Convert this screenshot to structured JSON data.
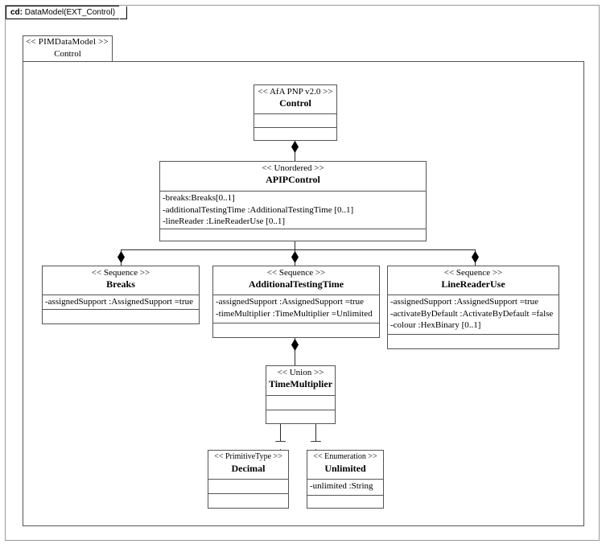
{
  "frame": {
    "kind": "cd:",
    "title": "DataModel(EXT_Control)"
  },
  "package": {
    "stereotype": "<< PIMDataModel >>",
    "name": "Control"
  },
  "classes": {
    "control": {
      "stereotype": "<< AfA PNP v2.0 >>",
      "name": "Control",
      "attributes": [],
      "operations": []
    },
    "apip_control": {
      "stereotype": "<< Unordered >>",
      "name": "APIPControl",
      "attributes": [
        "-breaks:Breaks[0..1]",
        "-additionalTestingTime   :AdditionalTestingTime   [0..1]",
        "-lineReader :LineReaderUse [0..1]"
      ],
      "operations": []
    },
    "breaks": {
      "stereotype": "<< Sequence >>",
      "name": "Breaks",
      "attributes": [
        "-assignedSupport :AssignedSupport =true"
      ],
      "operations": []
    },
    "additional_testing_time": {
      "stereotype": "<< Sequence >>",
      "name": "AdditionalTestingTime",
      "attributes": [
        "-assignedSupport :AssignedSupport =true",
        "-timeMultiplier  :TimeMultiplier  =Unlimited"
      ],
      "operations": []
    },
    "line_reader_use": {
      "stereotype": "<< Sequence >>",
      "name": "LineReaderUse",
      "attributes": [
        "-assignedSupport :AssignedSupport =true",
        "-activateByDefault  :ActivateByDefault  =false",
        "-colour :HexBinary [0..1]"
      ],
      "operations": []
    },
    "time_multiplier": {
      "stereotype": "<< Union >>",
      "name": "TimeMultiplier",
      "attributes": [],
      "operations": []
    },
    "decimal": {
      "stereotype": "<< PrimitiveType   >>",
      "name": "Decimal",
      "attributes": [],
      "operations": []
    },
    "unlimited": {
      "stereotype": "<< Enumeration   >>",
      "name": "Unlimited",
      "attributes": [
        "-unlimited  :String"
      ],
      "operations": []
    }
  },
  "relationships": [
    {
      "type": "composition",
      "from": "control",
      "to": "apip_control"
    },
    {
      "type": "composition",
      "from": "apip_control",
      "to": "breaks"
    },
    {
      "type": "composition",
      "from": "apip_control",
      "to": "additional_testing_time"
    },
    {
      "type": "composition",
      "from": "apip_control",
      "to": "line_reader_use"
    },
    {
      "type": "composition",
      "from": "additional_testing_time",
      "to": "time_multiplier"
    },
    {
      "type": "generalization",
      "from": "decimal",
      "to": "time_multiplier"
    },
    {
      "type": "generalization",
      "from": "unlimited",
      "to": "time_multiplier"
    }
  ],
  "colors": {
    "background": "#ffffff",
    "line": "#555555",
    "frame": "#9a9a9a",
    "text": "#000000"
  }
}
